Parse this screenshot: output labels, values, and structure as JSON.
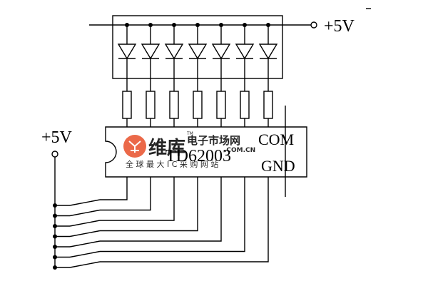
{
  "labels": {
    "vcc_top": "+5V",
    "vcc_left": "+5V",
    "chip_name": "TD62003",
    "pin_com": "COM",
    "pin_gnd": "GND"
  },
  "watermark": {
    "brand": "维库",
    "tagline": "电子市场网",
    "tm": "TM",
    "site": ".COM.CN",
    "slogan": "全 球 最 大 I C 采 购 网 站",
    "color": "#e8502a"
  },
  "colors": {
    "ink": "#000000",
    "background": "#ffffff"
  },
  "counts": {
    "channels": 7
  }
}
